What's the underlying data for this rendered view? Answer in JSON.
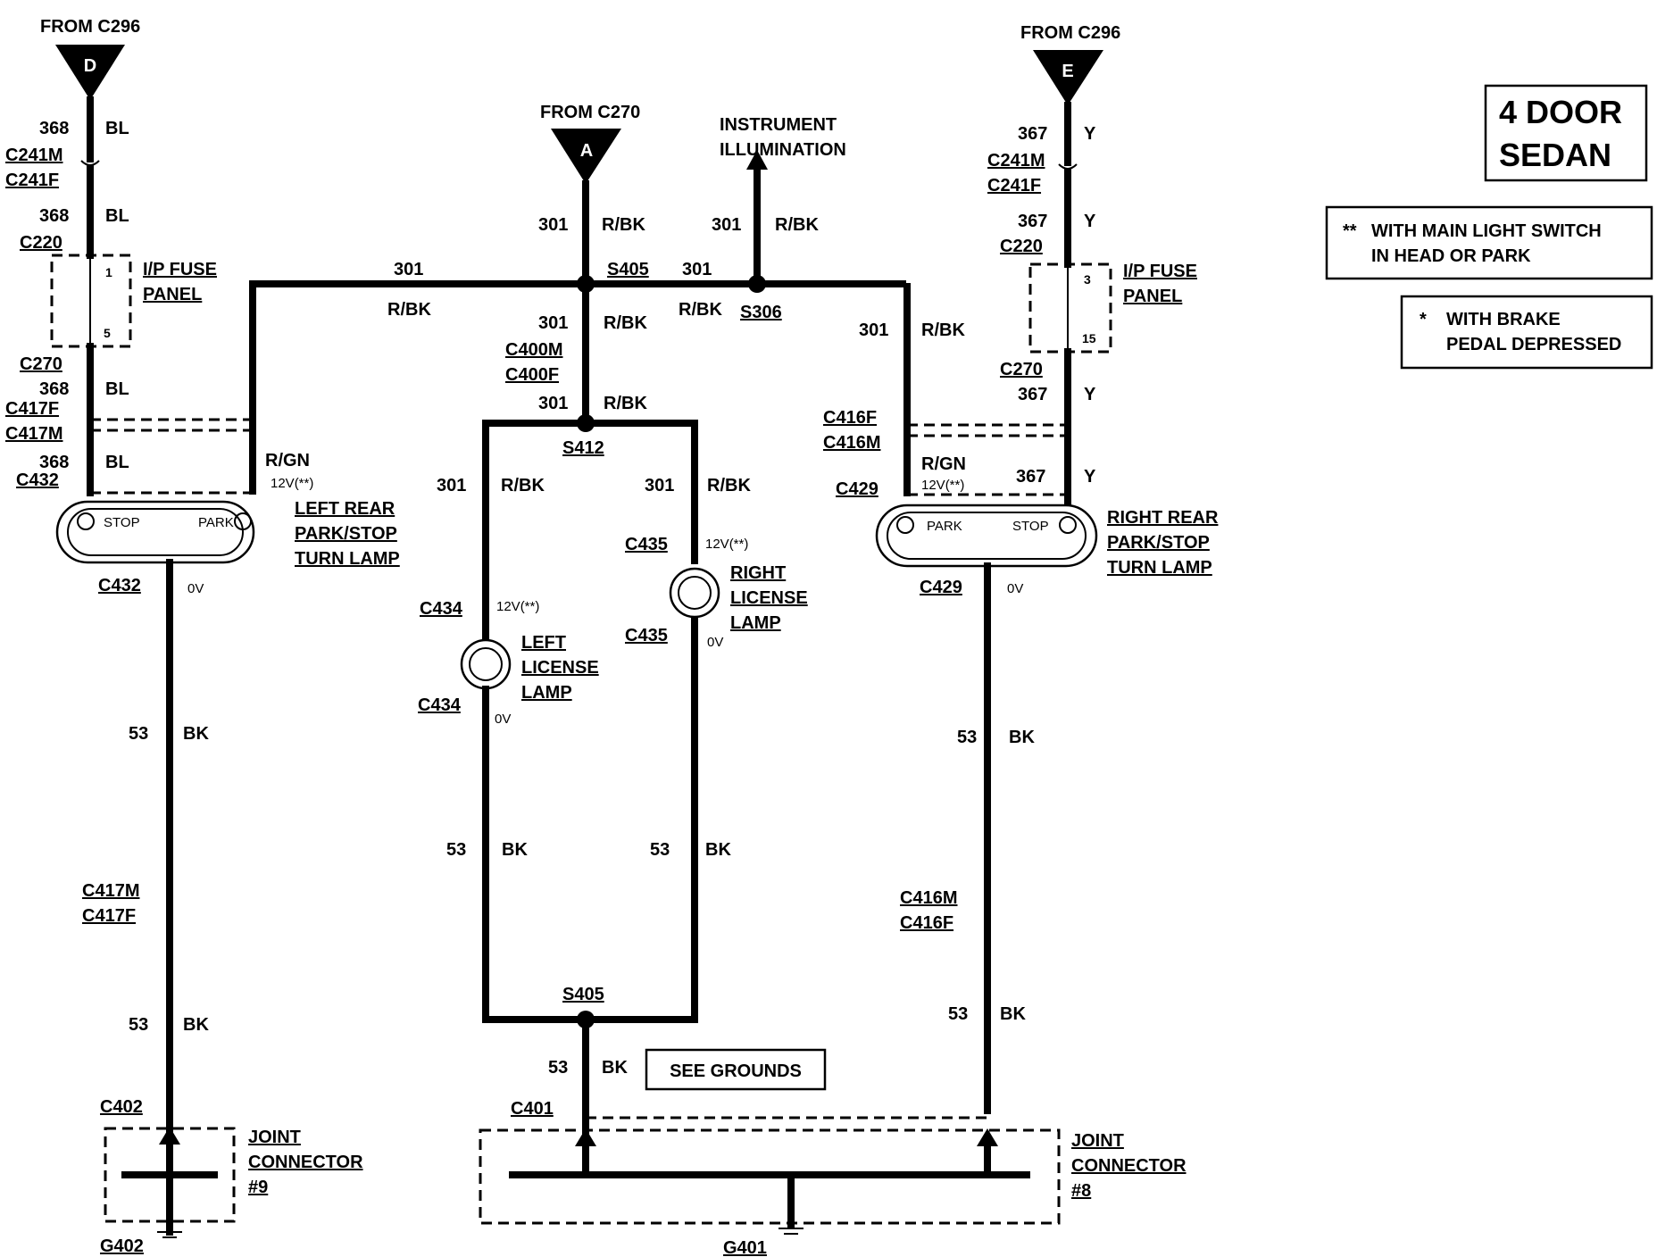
{
  "title_box": {
    "line1": "4 DOOR",
    "line2": "SEDAN"
  },
  "notes": [
    {
      "mark": "**",
      "line1": "WITH MAIN LIGHT SWITCH",
      "line2": "IN HEAD OR PARK"
    },
    {
      "mark": "*",
      "line1": "WITH BRAKE",
      "line2": "PEDAL DEPRESSED"
    }
  ],
  "sources": {
    "d": {
      "from": "FROM C296",
      "letter": "D"
    },
    "a": {
      "from": "FROM C270",
      "letter": "A"
    },
    "e": {
      "from": "FROM C296",
      "letter": "E"
    },
    "instrument": {
      "line1": "INSTRUMENT",
      "line2": "ILLUMINATION"
    }
  },
  "left_branch": {
    "w1": {
      "num": "368",
      "color": "BL"
    },
    "c241m": "C241M",
    "c241f": "C241F",
    "w2": {
      "num": "368",
      "color": "BL"
    },
    "c220": "C220",
    "fuse": {
      "line1": "I/P FUSE",
      "line2": "PANEL",
      "pin_in": "1",
      "pin_out": "5"
    },
    "c270": "C270",
    "w3": {
      "num": "368",
      "color": "BL"
    },
    "c417f": "C417F",
    "c417m": "C417M",
    "w4": {
      "num": "368",
      "color": "BL"
    },
    "c432": "C432",
    "rgn": "R/GN",
    "v12": "12V(**)",
    "lamp": {
      "stop": "STOP",
      "park": "PARK",
      "line1": "LEFT REAR",
      "line2": "PARK/STOP",
      "line3": "TURN LAMP"
    },
    "c432b": "C432",
    "v0": "0V",
    "w5": {
      "num": "53",
      "color": "BK"
    },
    "c417m2": "C417M",
    "c417f2": "C417F",
    "w6": {
      "num": "53",
      "color": "BK"
    },
    "c402": "C402",
    "joint": {
      "line1": "JOINT",
      "line2": "CONNECTOR",
      "line3": "#9"
    },
    "g402": "G402"
  },
  "center": {
    "w301a": {
      "num": "301",
      "color": "R/BK"
    },
    "s405": "S405",
    "bus_left": {
      "num": "301",
      "color": "R/BK"
    },
    "bus_right_num": "301",
    "bus_right_color": "R/BK",
    "s306": "S306",
    "inst_wire": {
      "num": "301",
      "color": "R/BK"
    },
    "w301b": {
      "num": "301",
      "color": "R/BK"
    },
    "c400m": "C400M",
    "c400f": "C400F",
    "w301c": {
      "num": "301",
      "color": "R/BK"
    },
    "s412": "S412",
    "left_lic": {
      "num": "301",
      "color": "R/BK",
      "conn_top": "C434",
      "v12": "12V(**)",
      "line1": "LEFT",
      "line2": "LICENSE",
      "line3": "LAMP",
      "conn_bot": "C434",
      "v0": "0V",
      "gnd_num": "53",
      "gnd_color": "BK"
    },
    "right_lic": {
      "num": "301",
      "color": "R/BK",
      "conn_top": "C435",
      "v12": "12V(**)",
      "line1": "RIGHT",
      "line2": "LICENSE",
      "line3": "LAMP",
      "conn_bot": "C435",
      "v0": "0V",
      "gnd_num": "53",
      "gnd_color": "BK"
    },
    "s405b": "S405",
    "w53": {
      "num": "53",
      "color": "BK"
    },
    "see_grounds": "SEE GROUNDS",
    "c401": "C401",
    "joint": {
      "line1": "JOINT",
      "line2": "CONNECTOR",
      "line3": "#8"
    },
    "g401": "G401"
  },
  "right_branch": {
    "w301": {
      "num": "301",
      "color": "R/BK"
    },
    "c416f": "C416F",
    "c416m": "C416M",
    "rgn": "R/GN",
    "v12": "12V(**)",
    "c429": "C429",
    "w1": {
      "num": "367",
      "color": "Y"
    },
    "c241m": "C241M",
    "c241f": "C241F",
    "w2": {
      "num": "367",
      "color": "Y"
    },
    "c220": "C220",
    "fuse": {
      "line1": "I/P FUSE",
      "line2": "PANEL",
      "pin_in": "3",
      "pin_out": "15"
    },
    "c270": "C270",
    "w3": {
      "num": "367",
      "color": "Y"
    },
    "w4": {
      "num": "367",
      "color": "Y"
    },
    "lamp": {
      "park": "PARK",
      "stop": "STOP",
      "line1": "RIGHT REAR",
      "line2": "PARK/STOP",
      "line3": "TURN LAMP"
    },
    "c429b": "C429",
    "v0": "0V",
    "w5": {
      "num": "53",
      "color": "BK"
    },
    "c416m2": "C416M",
    "c416f2": "C416F",
    "w6": {
      "num": "53",
      "color": "BK"
    }
  }
}
